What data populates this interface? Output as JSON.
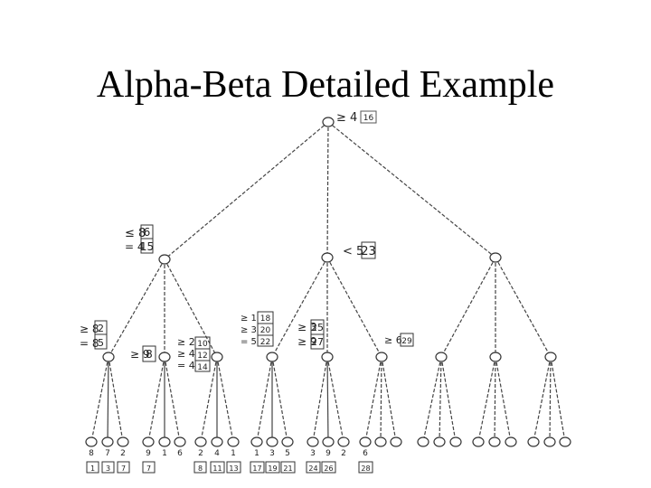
{
  "title": "Alpha-Beta Detailed Example",
  "root": {
    "label": "≥ 4",
    "order": "16"
  },
  "level1_left": {
    "labels": [
      "≤ 8",
      "= 4"
    ],
    "orders": [
      "6",
      "15"
    ]
  },
  "level1_middle": {
    "label": "< 5",
    "order": "23"
  },
  "level2": {
    "n1": {
      "labels": [
        "≥ 8",
        "= 8"
      ],
      "orders": [
        "2",
        "5"
      ]
    },
    "n2": {
      "labels": [
        "≥ 9"
      ],
      "orders": [
        "8"
      ]
    },
    "n3": {
      "labels": [
        "≥ 2",
        "≥ 4",
        "= 4"
      ],
      "orders": [
        "10",
        "12",
        "14"
      ]
    },
    "n4": {
      "labels": [
        "≥ 1",
        "≥ 3",
        "= 5"
      ],
      "orders": [
        "18",
        "20",
        "22"
      ]
    },
    "n5": {
      "labels": [
        "≥ 3",
        "≥ 9"
      ],
      "orders": [
        "25",
        "27"
      ]
    },
    "n6": {
      "labels": [
        "≥ 6"
      ],
      "orders": [
        "29"
      ]
    }
  },
  "leaves": {
    "values": [
      "8",
      "7",
      "2",
      "9",
      "1",
      "6",
      "2",
      "4",
      "1",
      "1",
      "3",
      "5",
      "3",
      "9",
      "2",
      "6"
    ],
    "orders": [
      "1",
      "3",
      "7",
      "7",
      "8",
      "11",
      "13",
      "17",
      "19",
      "21",
      "24",
      "26",
      "28"
    ]
  }
}
